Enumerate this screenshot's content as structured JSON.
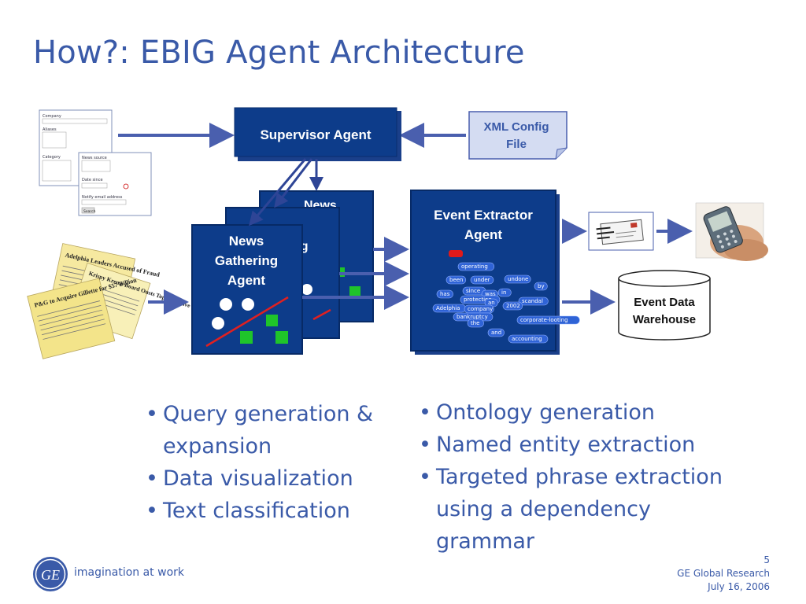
{
  "slide": {
    "title": "How?: EBIG Agent Architecture",
    "page_number": "5",
    "org": "GE Global Research",
    "date": "July 16, 2006",
    "tagline": "imagination at work",
    "logo_text": "GE"
  },
  "diagram": {
    "supervisor_label": "Supervisor Agent",
    "config_line1": "XML Config",
    "config_line2": "File",
    "news_line1": "News",
    "news_line2": "Gathering",
    "news_line3": "Agent",
    "news_back_line1": "News",
    "news_back_line2": "ing",
    "news_mid_line2": "ng",
    "extractor_line1": "Event Extractor",
    "extractor_line2": "Agent",
    "warehouse_line1": "Event Data",
    "warehouse_line2": "Warehouse",
    "form_labels": {
      "company": "Company",
      "aliases": "Aliases",
      "category": "Category",
      "news_source": "News source",
      "date_since": "Date since",
      "notify": "Notify email address",
      "search_button": "Search"
    },
    "headlines": [
      "Adelphia Leaders Accused of Fraud",
      "Krispy Kreme Board Ousts Top Executive",
      "P&G to Acquire Gillette for $57 Billion"
    ],
    "ontology_words": [
      "operating",
      "been",
      "under",
      "undone",
      "by",
      "has",
      "since",
      "was",
      "in",
      "protection",
      "an",
      "scandal",
      "Adelphia",
      "company",
      "2002",
      "bankruptcy",
      "the",
      "corporate-looting",
      "and",
      "accounting"
    ]
  },
  "bullets_left": [
    "Query generation & expansion",
    "Data visualization",
    "Text classification"
  ],
  "bullets_right": [
    "Ontology generation",
    "Named entity extraction",
    "Targeted phrase extraction using a dependency grammar"
  ],
  "colors": {
    "accent": "#3a5aa8",
    "box": "#0d3c8a",
    "arrow": "#4a5fae"
  }
}
